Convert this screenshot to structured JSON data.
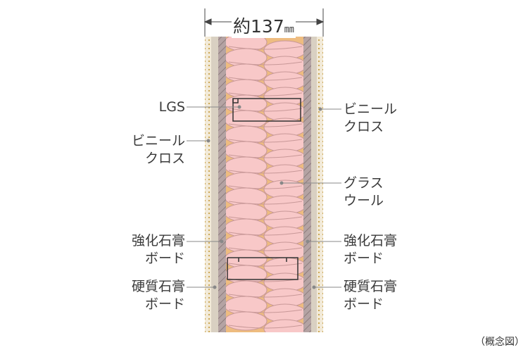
{
  "dimension": {
    "prefix": "約",
    "value": "137",
    "unit": "㎜"
  },
  "labels_left": {
    "lgs": "LGS",
    "vinyl_cloth": [
      "ビニール",
      "クロス"
    ],
    "reinforced_gypsum": [
      "強化石膏",
      "ボード"
    ],
    "hard_gypsum": [
      "硬質石膏",
      "ボード"
    ]
  },
  "labels_right": {
    "vinyl_cloth": [
      "ビニール",
      "クロス"
    ],
    "glass_wool": [
      "グラス",
      "ウール"
    ],
    "reinforced_gypsum": [
      "強化石膏",
      "ボード"
    ],
    "hard_gypsum": [
      "硬質石膏",
      "ボード"
    ]
  },
  "note": "（概念図）",
  "colors": {
    "cavity": "#eebc80",
    "insulation": "#f8c8c8",
    "insulation_line": "#c89898",
    "hard_board": "#b4a3a3",
    "hatch": "#7d6d6d",
    "cloth": "#f2ead8",
    "cloth_dots": "#c9a24a",
    "leader": "#888888"
  }
}
